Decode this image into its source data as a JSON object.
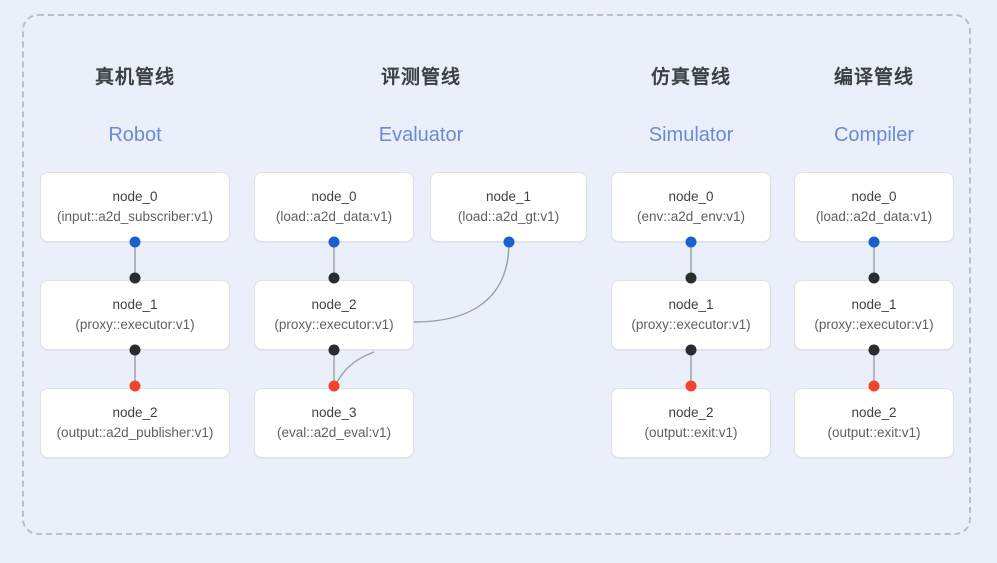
{
  "diagram": {
    "frame_style": "dashed",
    "background_color": "#eaeffa",
    "accent_blue": "#6b8ad4",
    "port_colors": {
      "input": "#1a5fd0",
      "proxy": "#2b2c2e",
      "output": "#f0442c"
    },
    "columns": [
      {
        "title_cn": "真机管线",
        "title_en": "Robot",
        "nodes": [
          {
            "name": "node_0",
            "type": "(input::a2d_subscriber:v1)"
          },
          {
            "name": "node_1",
            "type": "(proxy::executor:v1)"
          },
          {
            "name": "node_2",
            "type": "(output::a2d_publisher:v1)"
          }
        ]
      },
      {
        "title_cn": "评测管线",
        "title_en": "Evaluator",
        "nodes": [
          {
            "name": "node_0",
            "type": "(load::a2d_data:v1)"
          },
          {
            "name": "node_1",
            "type": "(load::a2d_gt:v1)"
          },
          {
            "name": "node_2",
            "type": "(proxy::executor:v1)"
          },
          {
            "name": "node_3",
            "type": "(eval::a2d_eval:v1)"
          }
        ]
      },
      {
        "title_cn": "仿真管线",
        "title_en": "Simulator",
        "nodes": [
          {
            "name": "node_0",
            "type": "(env::a2d_env:v1)"
          },
          {
            "name": "node_1",
            "type": "(proxy::executor:v1)"
          },
          {
            "name": "node_2",
            "type": "(output::exit:v1)"
          }
        ]
      },
      {
        "title_cn": "编译管线",
        "title_en": "Compiler",
        "nodes": [
          {
            "name": "node_0",
            "type": "(load::a2d_data:v1)"
          },
          {
            "name": "node_1",
            "type": "(proxy::executor:v1)"
          },
          {
            "name": "node_2",
            "type": "(output::exit:v1)"
          }
        ]
      }
    ]
  }
}
